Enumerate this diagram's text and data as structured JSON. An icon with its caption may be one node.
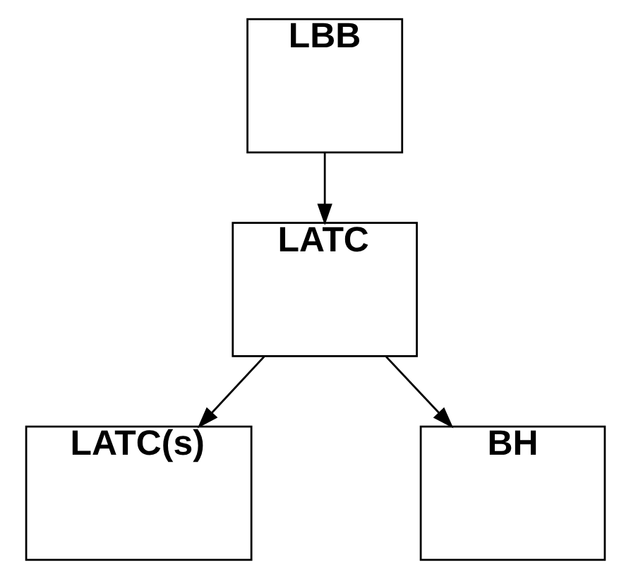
{
  "diagram": {
    "nodes": [
      {
        "text": [
          "LBB"
        ]
      },
      {
        "text": [
          "LATC"
        ]
      },
      {
        "text": [
          "LATC(s)"
        ]
      },
      {
        "text": [
          "BH"
        ]
      }
    ],
    "edges": [
      {
        "from": 0,
        "to": 1,
        "arrow": "to"
      },
      {
        "from": 1,
        "to": 2,
        "arrow": "to"
      },
      {
        "from": 1,
        "to": 3,
        "arrow": "to"
      }
    ]
  }
}
